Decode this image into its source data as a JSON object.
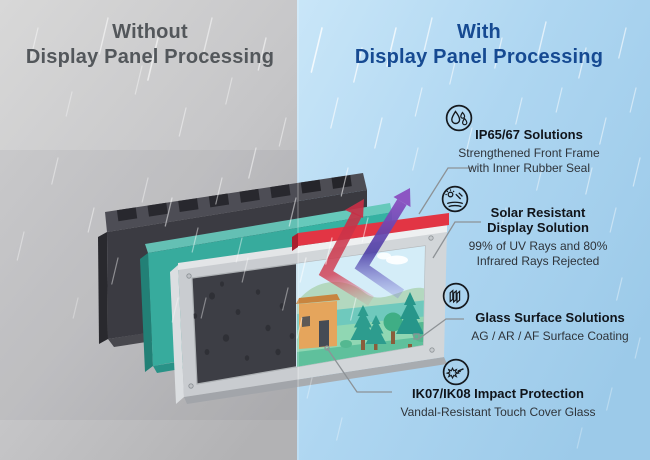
{
  "left_header": {
    "line1": "Without",
    "line2": "Display Panel Processing"
  },
  "right_header": {
    "line1": "With",
    "line2": "Display Panel Processing"
  },
  "features": [
    {
      "icon": "water-drops-icon",
      "title_lines": [
        "IP65/67 Solutions"
      ],
      "subtitle_lines": [
        "Strengthened Front Frame",
        "with Inner Rubber Seal"
      ]
    },
    {
      "icon": "solar-sun-icon",
      "title_lines": [
        "Solar Resistant",
        "Display Solution"
      ],
      "subtitle_lines": [
        "99% of UV Rays and 80%",
        "Infrared Rays Rejected"
      ]
    },
    {
      "icon": "glass-layers-icon",
      "title_lines": [
        "Glass Surface Solutions"
      ],
      "subtitle_lines": [
        "AG / AR / AF Surface Coating"
      ]
    },
    {
      "icon": "impact-star-icon",
      "title_lines": [
        "IK07/IK08 Impact Protection"
      ],
      "subtitle_lines": [
        "Vandal-Resistant Touch Cover Glass"
      ]
    }
  ],
  "colors": {
    "left_background": "#c6c6c8",
    "right_background": "#a9d3ef",
    "left_title": "#53575b",
    "right_title": "#164a92",
    "feature_title": "#10141a",
    "feature_subtitle": "#2f343a",
    "panel_teal": "#35b2a2",
    "panel_black": "#3a3a40",
    "monitor_frame_gray": "#d2d6d9",
    "solar_film_red": "#e23544",
    "uv_arrow_red": "#cf3850",
    "ir_arrow_purple": "#7a4fb8",
    "connector_gray": "#8d9296",
    "rain_white": "#ffffff"
  }
}
